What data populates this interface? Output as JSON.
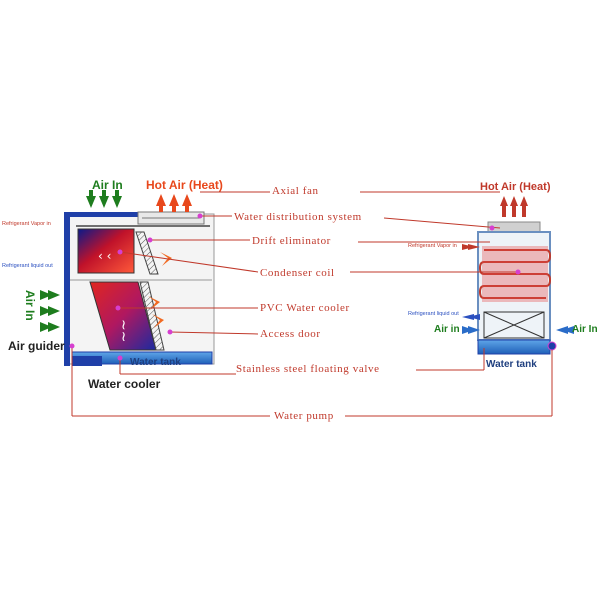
{
  "center_labels": {
    "axial_fan": "Axial fan",
    "water_distribution": "Water distribution system",
    "drift_eliminator": "Drift eliminator",
    "condenser_coil": "Condenser coil",
    "pvc_water_cooler": "PVC Water cooler",
    "access_door": "Access door",
    "floating_valve": "Stainless steel floating valve",
    "water_pump": "Water pump"
  },
  "left_unit": {
    "air_in_top": "Air In",
    "hot_air": "Hot Air (Heat)",
    "refrigerant_vapor_in": "Refrigerant Vapor in",
    "refrigerant_liquid_out": "Refrigerant liquid out",
    "air_in_side": "Air In",
    "air_guider": "Air guider",
    "water_tank": "Water tank",
    "water_cooler": "Water cooler"
  },
  "right_unit": {
    "hot_air": "Hot Air (Heat)",
    "refrigerant_vapor_in": "Refrigerant Vapor in",
    "refrigerant_liquid_out": "Refrigerant liquid out",
    "air_in_left": "Air in",
    "air_in_right": "Air In",
    "water_tank": "Water tank"
  },
  "colors": {
    "leader": "#c0392b",
    "dot": "#d63fd0",
    "frame_blue": "#1f3fa8",
    "air_green": "#1e7d1e",
    "heat_orange": "#e8481c",
    "tank_blue": "#2a6cc8"
  }
}
